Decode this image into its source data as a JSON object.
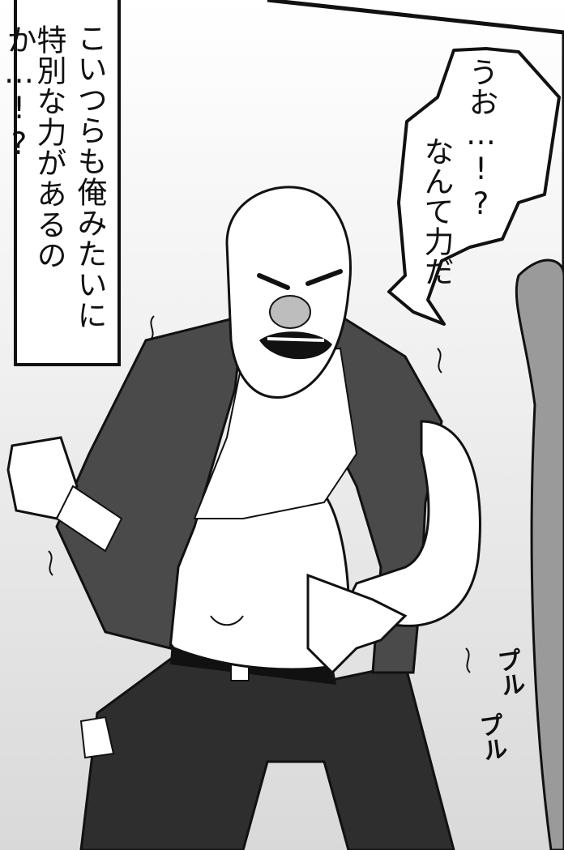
{
  "caption": {
    "line_right": "こいつらも俺みたいに",
    "line_left": "特別な力があるのか…!?"
  },
  "speech_bubble": {
    "line_1": "うお…!?",
    "line_2": "なんて力だ"
  },
  "sound_effect": {
    "first": "プル",
    "second": "プル"
  }
}
